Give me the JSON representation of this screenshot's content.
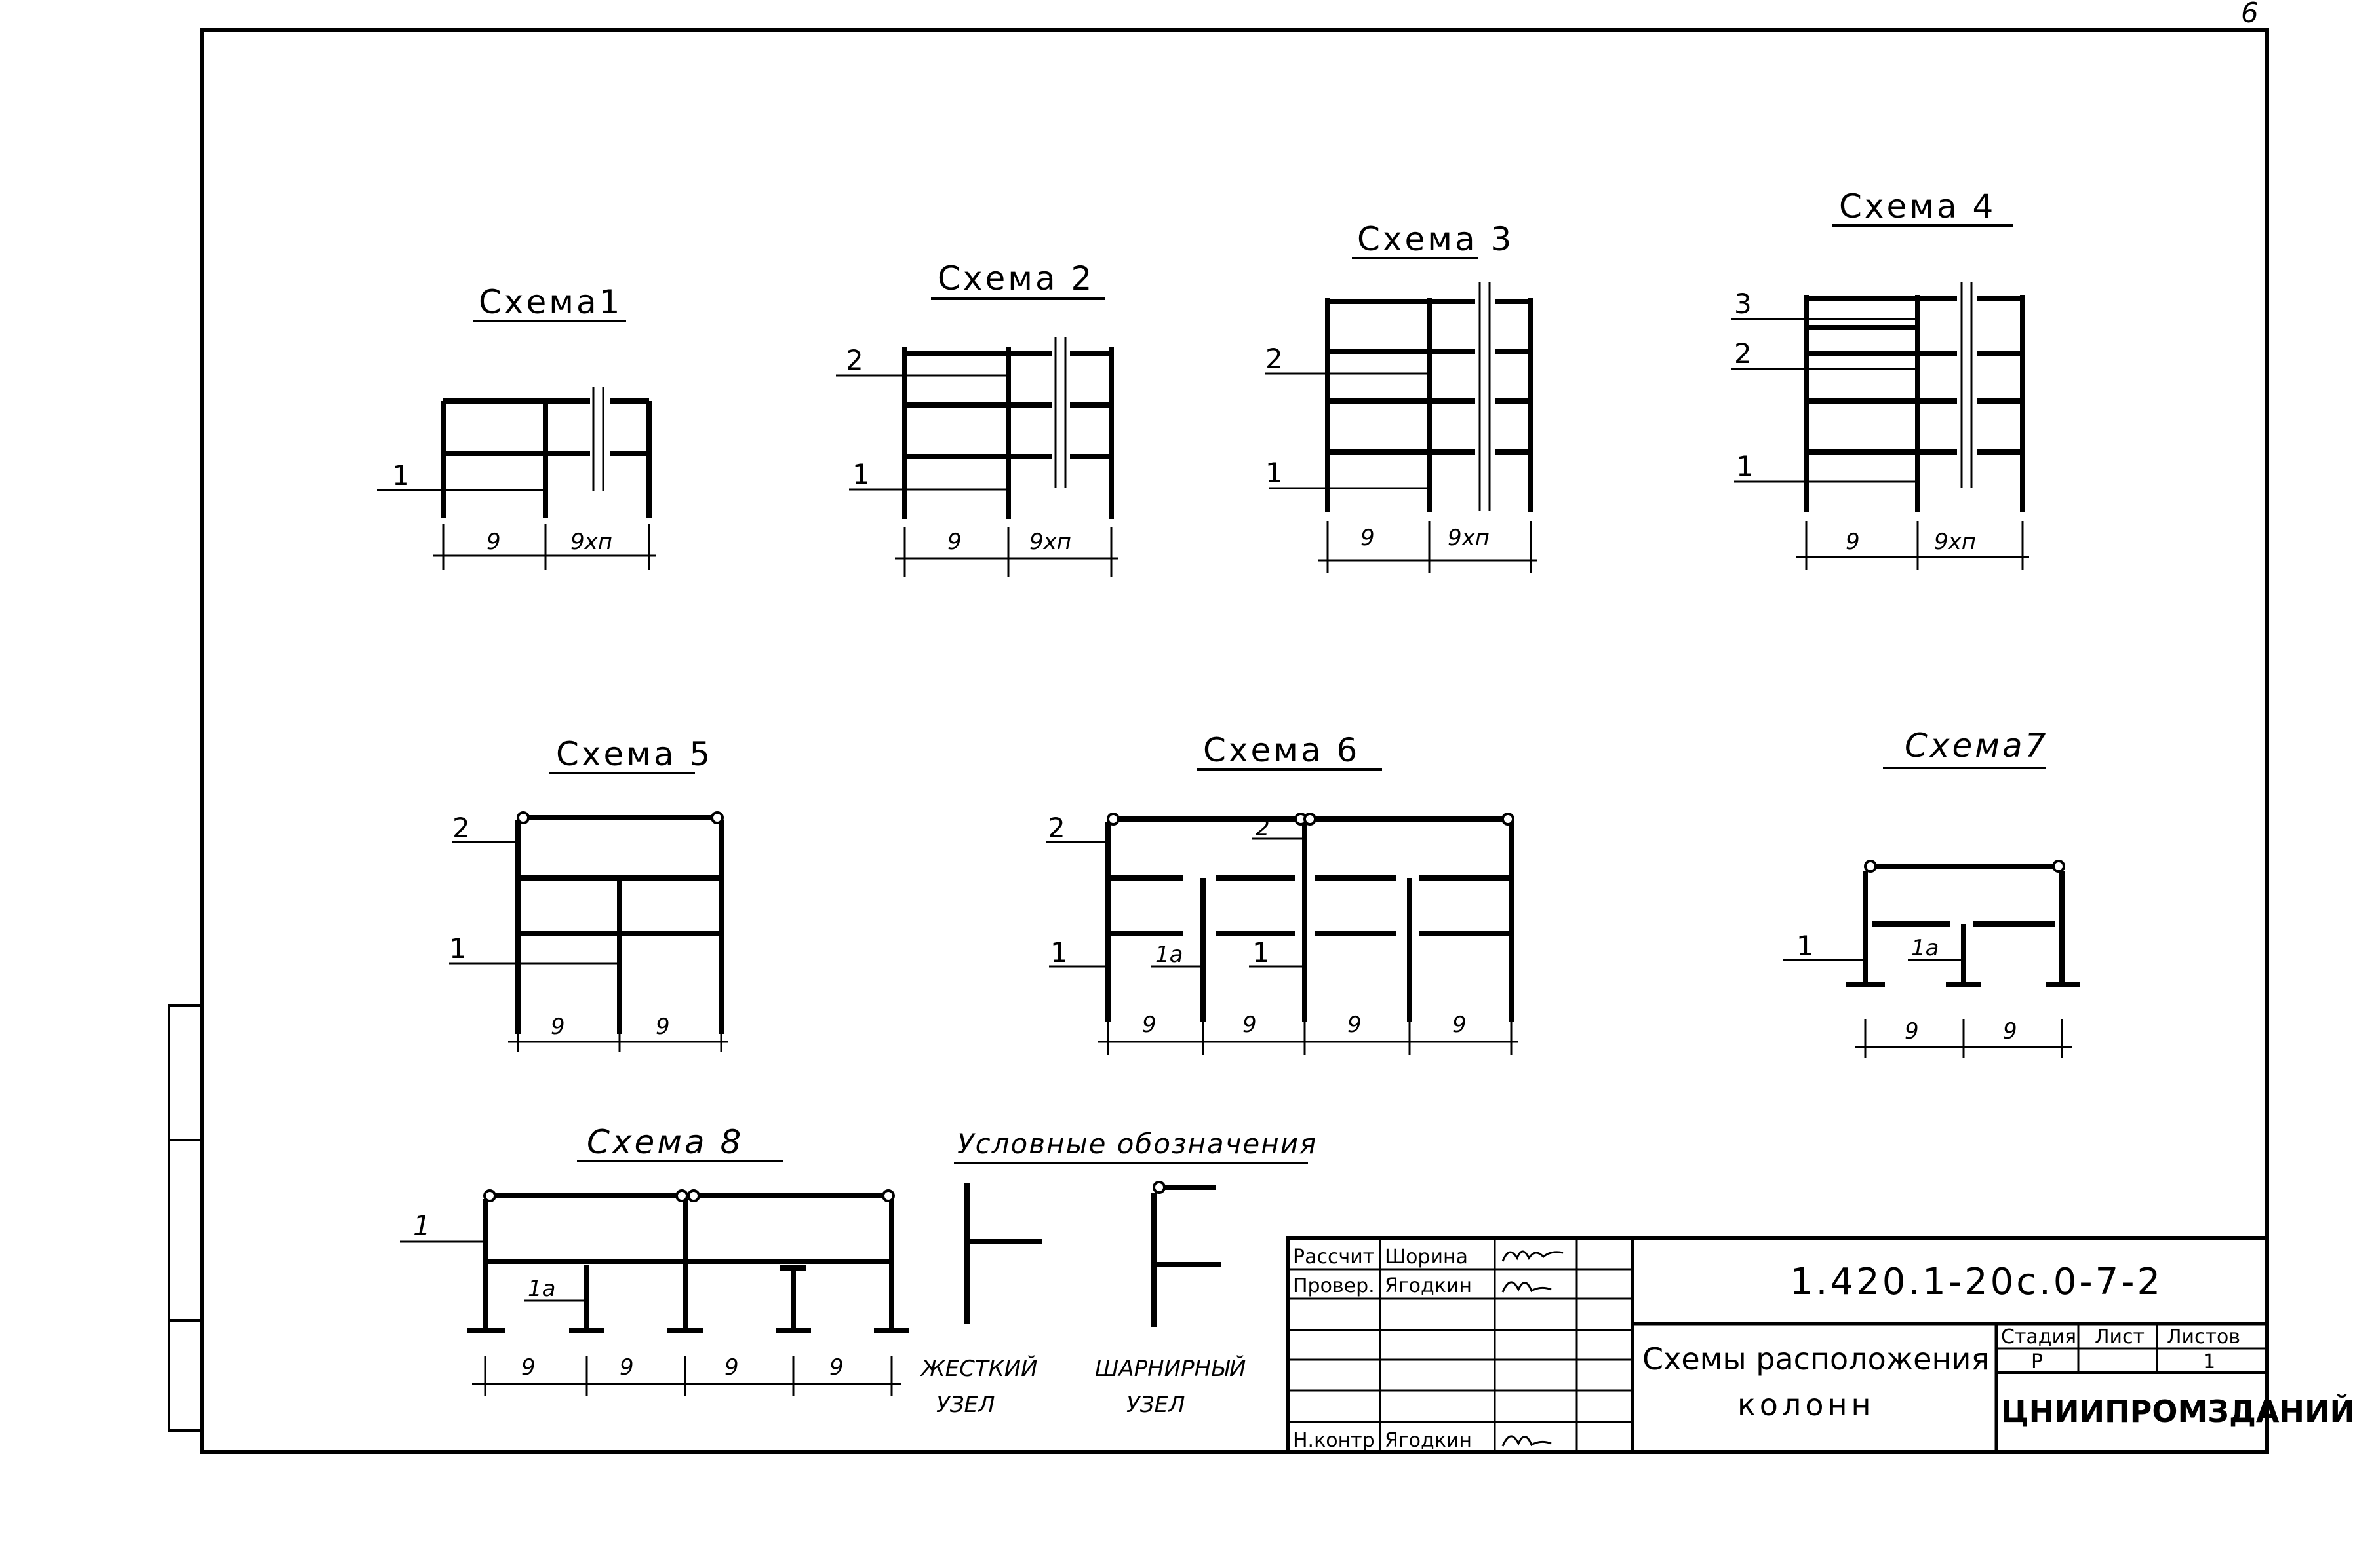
{
  "page_number": "6",
  "schemes": [
    {
      "title": "Схема1",
      "marks": [
        "1"
      ],
      "dims": [
        "9",
        "9хп"
      ]
    },
    {
      "title": "Схема 2",
      "marks": [
        "2",
        "1"
      ],
      "dims": [
        "9",
        "9хп"
      ]
    },
    {
      "title": "Схема 3",
      "marks": [
        "2",
        "1"
      ],
      "dims": [
        "9",
        "9хп"
      ]
    },
    {
      "title": "Схема 4",
      "marks": [
        "3",
        "2",
        "1"
      ],
      "dims": [
        "9",
        "9хп"
      ]
    },
    {
      "title": "Схема 5",
      "marks": [
        "2",
        "1"
      ],
      "dims": [
        "9",
        "9"
      ]
    },
    {
      "title": "Схема 6",
      "marks": [
        "2",
        "2",
        "1",
        "1a",
        "1"
      ],
      "dims": [
        "9",
        "9",
        "9",
        "9"
      ]
    },
    {
      "title": "Схема7",
      "marks": [
        "1",
        "1a"
      ],
      "dims": [
        "9",
        "9"
      ]
    },
    {
      "title": "Схема 8",
      "marks": [
        "1",
        "1a"
      ],
      "dims": [
        "9",
        "9",
        "9",
        "9"
      ]
    }
  ],
  "legend": {
    "title": "Условные обозначения",
    "rigid_line1": "ЖЕСТКИЙ",
    "rigid_line2": "УЗЕЛ",
    "hinge_line1": "ШАРНИРНЫЙ",
    "hinge_line2": "УЗЕЛ"
  },
  "title_block": {
    "rows": [
      {
        "role": "Рассчит",
        "name": "Шорина"
      },
      {
        "role": "Провер.",
        "name": "Ягодкин"
      },
      {
        "role": "Н.контр",
        "name": "Ягодкин"
      }
    ],
    "code": "1.420.1-20с.0-7-2",
    "sheet_title_line1": "Схемы расположения",
    "sheet_title_line2": "колонн",
    "col_stage": "Стадия",
    "col_sheet": "Лист",
    "col_sheets": "Листов",
    "stage": "Р",
    "sheets": "1",
    "organization": "ЦНИИПРОМЗДАНИЙ"
  }
}
